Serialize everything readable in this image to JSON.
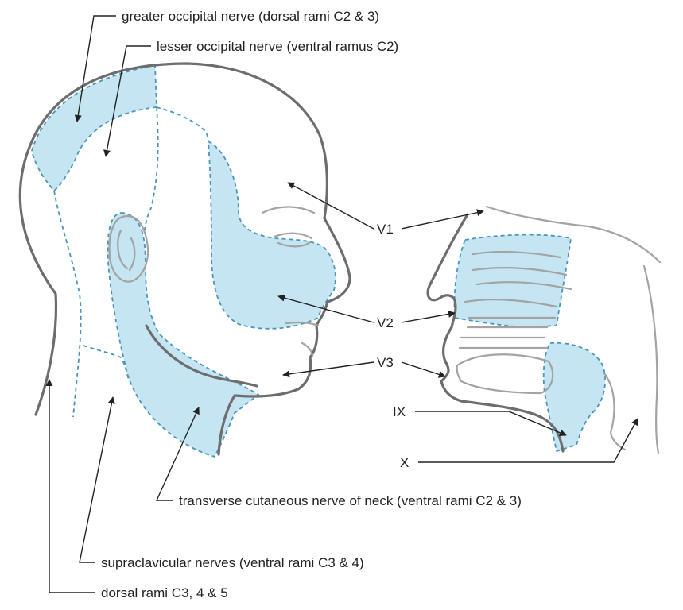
{
  "labels": {
    "greater_occipital": "greater occipital nerve (dorsal rami C2 & 3)",
    "lesser_occipital": "lesser occipital nerve (ventral ramus C2)",
    "v1": "V1",
    "v2": "V2",
    "v3": "V3",
    "ix": "IX",
    "x": "X",
    "transverse_cutaneous": "transverse cutaneous nerve of neck (ventral rami C2 & 3)",
    "supraclavicular": "supraclavicular nerves (ventral rami C3 & 4)",
    "dorsal_rami": "dorsal rami C3, 4 & 5"
  },
  "colors": {
    "zone_fill": "#c4e5f1",
    "zone_border": "#4a95b8",
    "outline": "#6d6d6d",
    "outline_light": "#a3a3a3",
    "leader": "#222222"
  }
}
